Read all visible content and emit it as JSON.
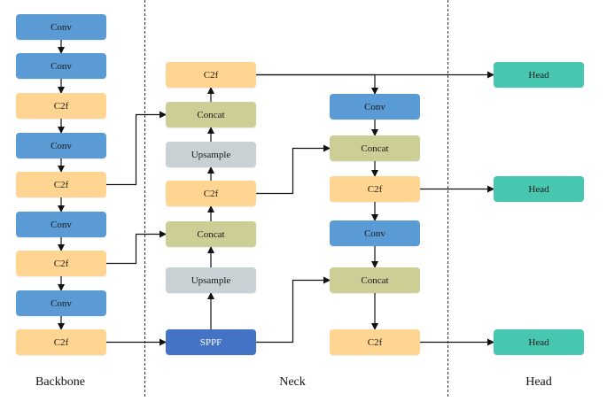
{
  "colors": {
    "conv": "#5b9bd5",
    "c2f": "#ffd591",
    "concat": "#ccce96",
    "upsample": "#c9d1d4",
    "sppf": "#4472c4",
    "head": "#47c6b0",
    "edge": "#111111"
  },
  "columns": [
    {
      "id": "backbone",
      "label": "Backbone"
    },
    {
      "id": "neck",
      "label": "Neck"
    },
    {
      "id": "head",
      "label": "Head"
    }
  ],
  "nodes": [
    {
      "id": "b1",
      "label": "Conv",
      "kind": "conv"
    },
    {
      "id": "b2",
      "label": "Conv",
      "kind": "conv"
    },
    {
      "id": "b3",
      "label": "C2f",
      "kind": "c2f"
    },
    {
      "id": "b4",
      "label": "Conv",
      "kind": "conv"
    },
    {
      "id": "b5",
      "label": "C2f",
      "kind": "c2f"
    },
    {
      "id": "b6",
      "label": "Conv",
      "kind": "conv"
    },
    {
      "id": "b7",
      "label": "C2f",
      "kind": "c2f"
    },
    {
      "id": "b8",
      "label": "Conv",
      "kind": "conv"
    },
    {
      "id": "b9",
      "label": "C2f",
      "kind": "c2f"
    },
    {
      "id": "sppf",
      "label": "SPPF",
      "kind": "sppf"
    },
    {
      "id": "up1",
      "label": "Upsample",
      "kind": "upsample"
    },
    {
      "id": "cat1",
      "label": "Concat",
      "kind": "concat"
    },
    {
      "id": "n_c2f1",
      "label": "C2f",
      "kind": "c2f"
    },
    {
      "id": "up2",
      "label": "Upsample",
      "kind": "upsample"
    },
    {
      "id": "cat2",
      "label": "Concat",
      "kind": "concat"
    },
    {
      "id": "n_c2f2",
      "label": "C2f",
      "kind": "c2f"
    },
    {
      "id": "n_conv1",
      "label": "Conv",
      "kind": "conv"
    },
    {
      "id": "cat3",
      "label": "Concat",
      "kind": "concat"
    },
    {
      "id": "n_c2f3",
      "label": "C2f",
      "kind": "c2f"
    },
    {
      "id": "n_conv2",
      "label": "Conv",
      "kind": "conv"
    },
    {
      "id": "cat4",
      "label": "Concat",
      "kind": "concat"
    },
    {
      "id": "n_c2f4",
      "label": "C2f",
      "kind": "c2f"
    },
    {
      "id": "head1",
      "label": "Head",
      "kind": "head"
    },
    {
      "id": "head2",
      "label": "Head",
      "kind": "head"
    },
    {
      "id": "head3",
      "label": "Head",
      "kind": "head"
    }
  ],
  "edges": [
    [
      "b1",
      "b2"
    ],
    [
      "b2",
      "b3"
    ],
    [
      "b3",
      "b4"
    ],
    [
      "b4",
      "b5"
    ],
    [
      "b5",
      "b6"
    ],
    [
      "b6",
      "b7"
    ],
    [
      "b7",
      "b8"
    ],
    [
      "b8",
      "b9"
    ],
    [
      "b9",
      "sppf"
    ],
    [
      "sppf",
      "up1"
    ],
    [
      "up1",
      "cat1"
    ],
    [
      "b7",
      "cat1"
    ],
    [
      "cat1",
      "n_c2f1"
    ],
    [
      "n_c2f1",
      "up2"
    ],
    [
      "up2",
      "cat2"
    ],
    [
      "b5",
      "cat2"
    ],
    [
      "cat2",
      "n_c2f2"
    ],
    [
      "n_c2f2",
      "n_conv1"
    ],
    [
      "n_conv1",
      "cat3"
    ],
    [
      "n_c2f1",
      "cat3"
    ],
    [
      "cat3",
      "n_c2f3"
    ],
    [
      "n_c2f3",
      "n_conv2"
    ],
    [
      "n_conv2",
      "cat4"
    ],
    [
      "sppf",
      "cat4"
    ],
    [
      "cat4",
      "n_c2f4"
    ],
    [
      "n_c2f2",
      "head1"
    ],
    [
      "n_c2f3",
      "head2"
    ],
    [
      "n_c2f4",
      "head3"
    ]
  ]
}
